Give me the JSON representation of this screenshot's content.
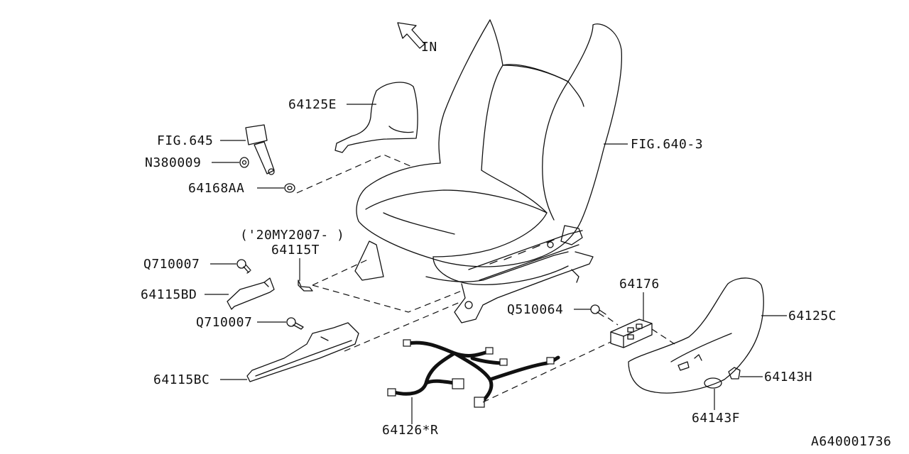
{
  "direction_label": "IN",
  "diagram_code": "A640001736",
  "labels": {
    "p64125E": "64125E",
    "fig645": "FIG.645",
    "n380009": "N380009",
    "p64168AA": "64168AA",
    "fig640_3": "FIG.640-3",
    "my_note": "('20MY2007-  )",
    "p64115T": "64115T",
    "q710007_upper": "Q710007",
    "p64115BD": "64115BD",
    "q710007_lower": "Q710007",
    "p64115BC": "64115BC",
    "p64126R": "64126*R",
    "p64176": "64176",
    "q510064": "Q510064",
    "p64125C": "64125C",
    "p64143H": "64143H",
    "p64143F": "64143F"
  }
}
